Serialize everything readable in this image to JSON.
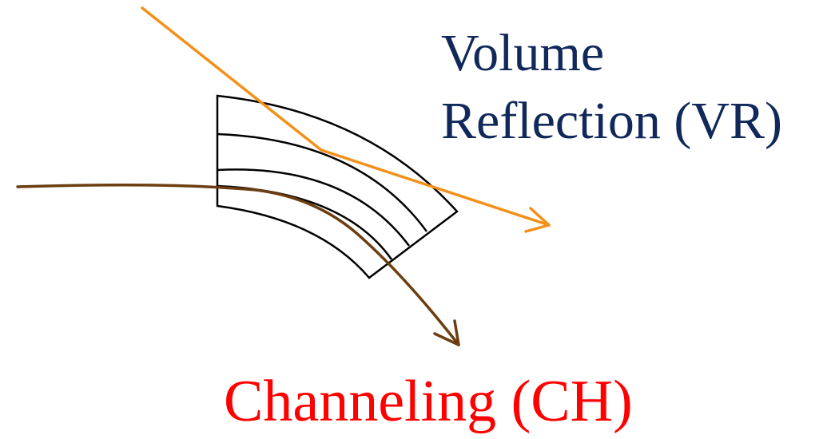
{
  "labels": {
    "volume_reflection_line1": "Volume",
    "volume_reflection_line2": "Reflection (VR)",
    "channeling": "Channeling (CH)"
  },
  "colors": {
    "background": "#ffffff",
    "crystal_outline": "#000000",
    "vr_trajectory": "#F39019",
    "ch_trajectory": "#6B3D10",
    "vr_text": "#10285A",
    "ch_text": "#FF0000"
  },
  "elements": {
    "crystal": "bent crystal with atomic planes",
    "vr_path": "volume reflection trajectory",
    "ch_path": "channeling trajectory"
  }
}
